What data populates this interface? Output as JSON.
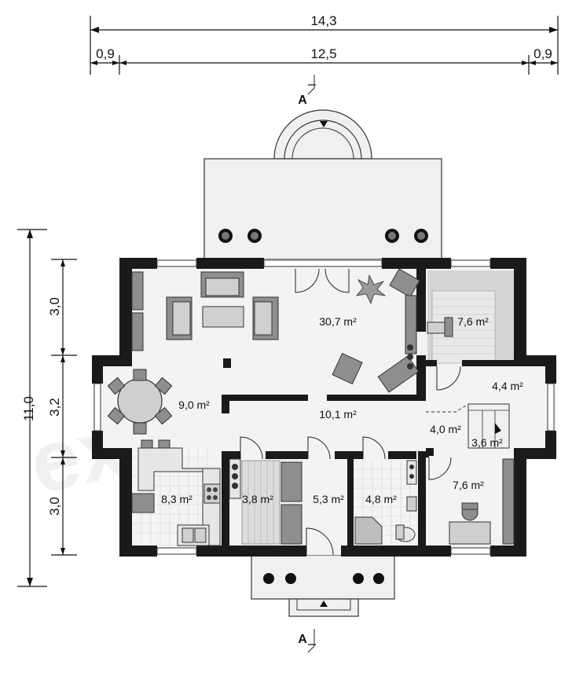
{
  "watermark": "extradom",
  "dimensions": {
    "total_width": "14,3",
    "left_margin": "0,9",
    "inner_width": "12,5",
    "right_margin": "0,9",
    "total_depth": "11,0",
    "segment_top": "3,0",
    "segment_middle": "3,2",
    "segment_bottom": "3,0"
  },
  "section_marks": {
    "top": "A",
    "bottom": "A"
  },
  "rooms": {
    "living": "30,7 m²",
    "boiler": "7,6 m²",
    "vestibule": "4,4 m²",
    "dining": "9,0 m²",
    "hall": "10,1 m²",
    "stairs_hall": "4,0 m²",
    "stairs": "3,6 m²",
    "kitchen": "8,3 m²",
    "pantry": "3,8 m²",
    "entry": "5,3 m²",
    "bathroom": "4,8 m²",
    "office": "7,6 m²"
  }
}
